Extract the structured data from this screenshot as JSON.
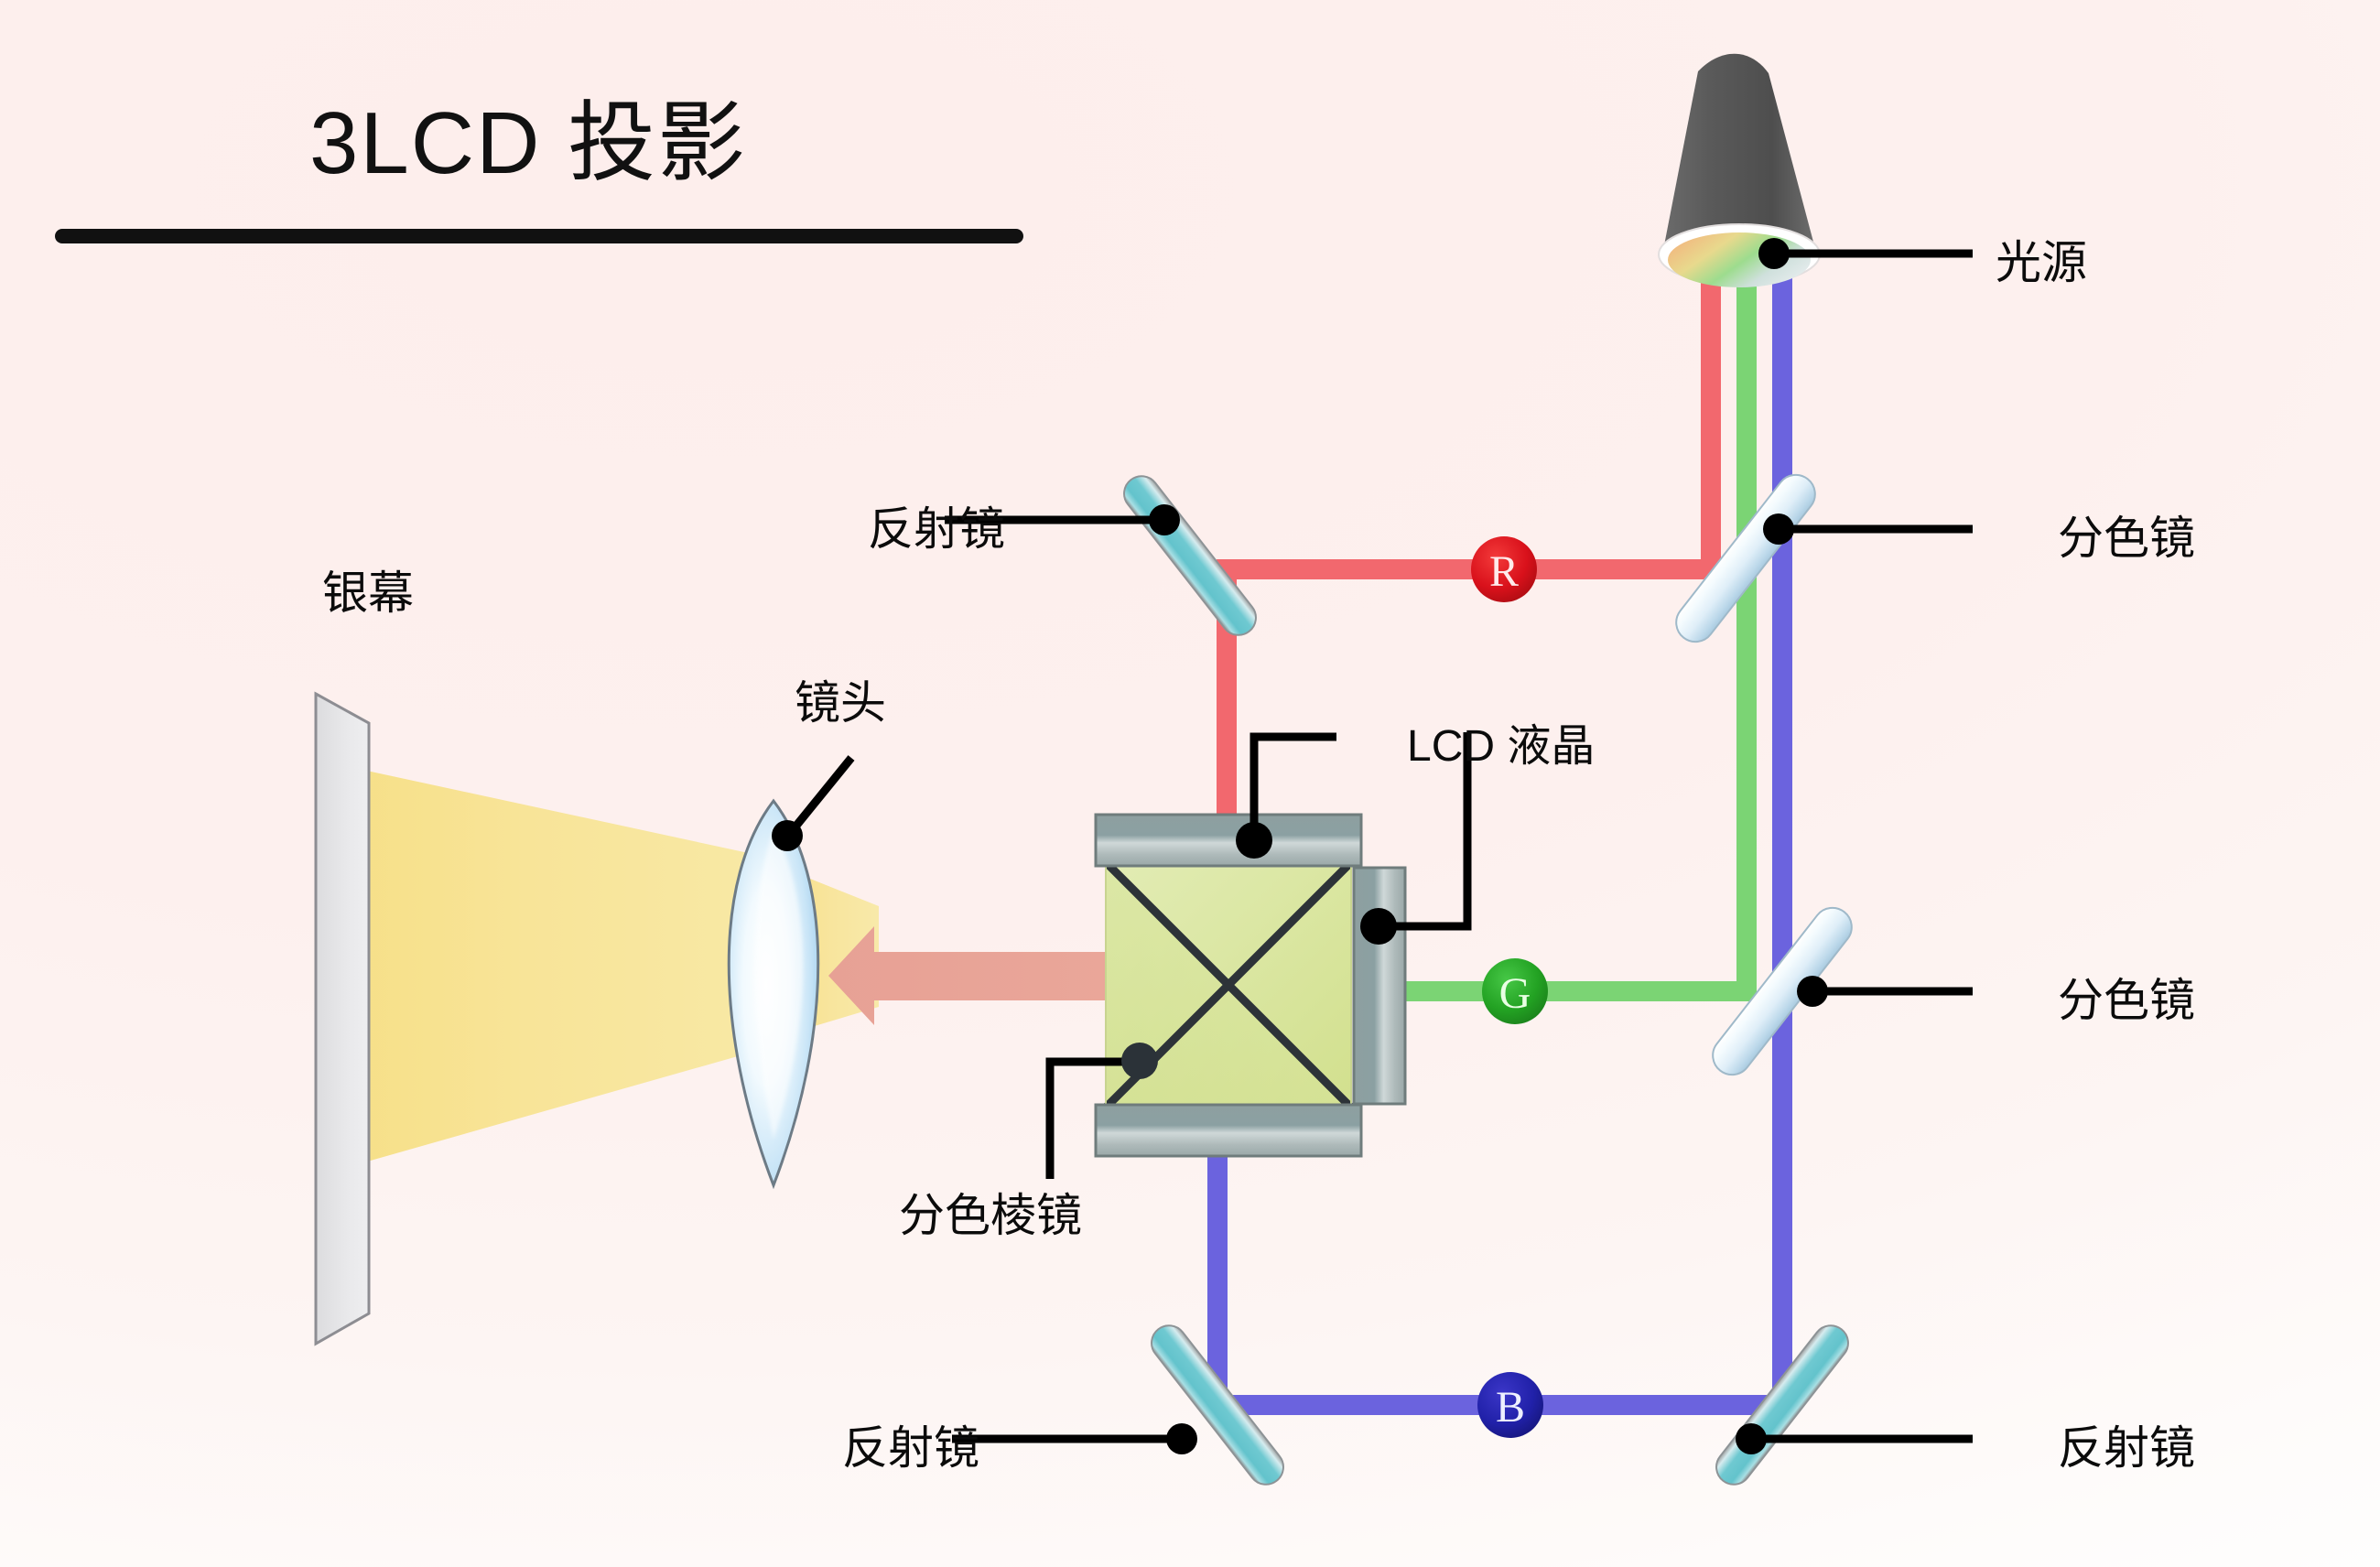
{
  "diagram": {
    "title": "3LCD 投影",
    "type": "optical-light-path",
    "background_color": "#fdf0ee"
  },
  "labels": {
    "title": "3LCD 投影",
    "screen": "银幕",
    "lens": "镜头",
    "prism": "分色棱镜",
    "lcd": "LCD 液晶",
    "light_source": "光源",
    "mirror_top_left": "反射镜",
    "mirror_bottom_left": "反射镜",
    "mirror_bottom_right": "反射镜",
    "dichroic_top_right": "分色镜",
    "dichroic_mid_right": "分色镜"
  },
  "beams": {
    "red": {
      "badge": "R",
      "color": "#f2686e",
      "badge_color": "#d8101b"
    },
    "green": {
      "badge": "G",
      "color": "#7bd474",
      "badge_color": "#21a021"
    },
    "blue": {
      "badge": "B",
      "color": "#6b63de",
      "badge_color": "#2020a8"
    },
    "projected": {
      "color": "#f6e38a"
    }
  },
  "components": {
    "light_source_body_color": "#575757",
    "lens_color": "#bfe0f4",
    "mirror_color": "#6fc8cf",
    "dichroic_color": "#d6e9f5",
    "prism_color": "#d8e59a",
    "lcd_panel_color": "#8fa0a0",
    "screen_color": "#e8e8ea",
    "arrow_color": "#eaa396",
    "leader_color": "#000000"
  }
}
